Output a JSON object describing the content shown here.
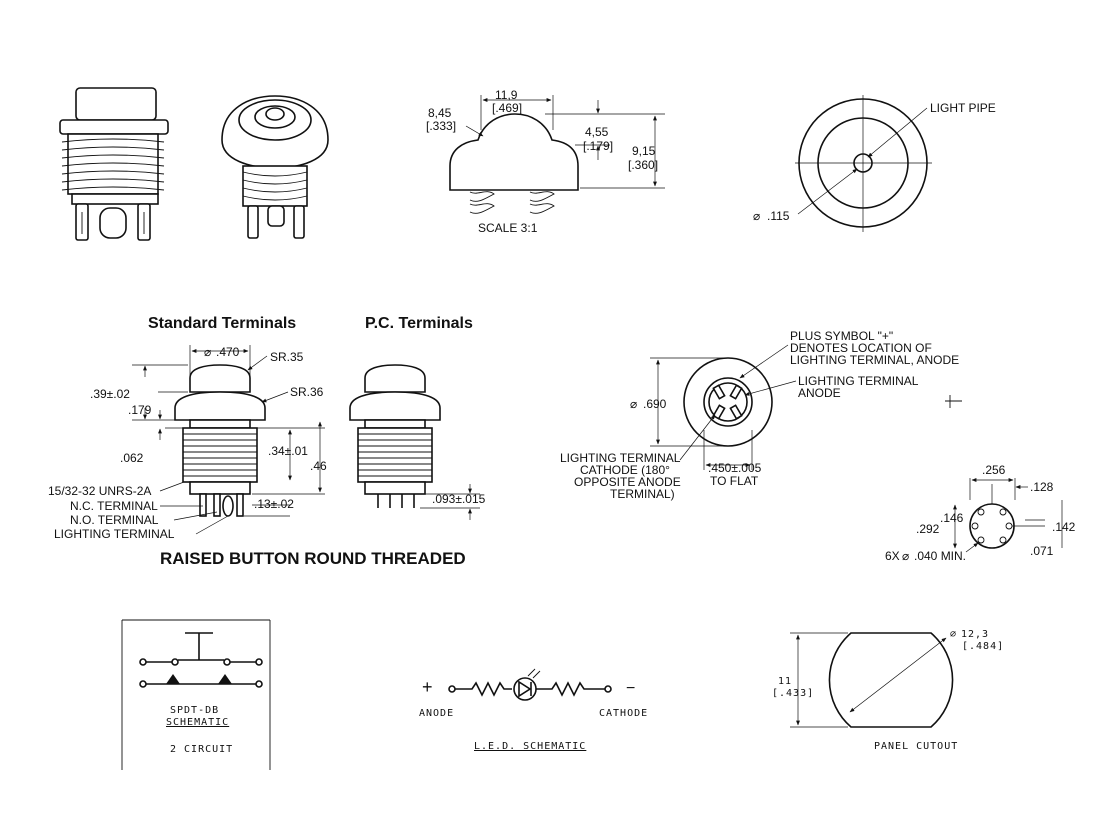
{
  "colors": {
    "line": "#111111",
    "background": "#ffffff"
  },
  "top_row": {
    "dim_width": "11,9",
    "dim_width_in": "[.469]",
    "dim_radius": "8,45",
    "dim_radius_in": "[.333]",
    "dim_cap": "4,55",
    "dim_cap_in": "[.179]",
    "dim_height": "9,15",
    "dim_height_in": "[.360]",
    "scale": "SCALE  3:1",
    "light_pipe": "LIGHT PIPE",
    "light_pipe_dia": ".115"
  },
  "middle": {
    "std_title": "Standard Terminals",
    "pc_title": "P.C. Terminals",
    "dia_470": ".470",
    "sr35": "SR.35",
    "sr36": "SR.36",
    "d39": ".39±.02",
    "d179": ".179",
    "d062": ".062",
    "d34": ".34±.01",
    "d46": ".46",
    "d13": ".13±.02",
    "d093": ".093±.015",
    "thread": "15/32-32 UNRS-2A",
    "nc": "N.C. TERMINAL",
    "no": "N.O. TERMINAL",
    "lighting": "LIGHTING TERMINAL",
    "main_title": "RAISED BUTTON ROUND THREADED"
  },
  "bottom_view": {
    "plus_note_1": "PLUS SYMBOL \"+\"",
    "plus_note_2": "DENOTES LOCATION OF",
    "plus_note_3": "LIGHTING TERMINAL, ANODE",
    "anode_1": "LIGHTING TERMINAL",
    "anode_2": "ANODE",
    "cathode_1": "LIGHTING TERMINAL",
    "cathode_2": "CATHODE (180°",
    "cathode_3": "OPPOSITE ANODE",
    "cathode_4": "TERMINAL)",
    "dia_690": ".690",
    "flat_1": ".450±.005",
    "flat_2": "TO FLAT"
  },
  "pcb": {
    "d256": ".256",
    "d128": ".128",
    "d146": ".146",
    "d292": ".292",
    "d142": ".142",
    "d071": ".071",
    "holes": "6X",
    "holes_dia": ".040 MIN."
  },
  "schematics": {
    "spdt_1": "SPDT-DB",
    "spdt_2": "SCHEMATIC",
    "circuit": "2 CIRCUIT",
    "plus": "+",
    "minus": "−",
    "anode": "ANODE",
    "cathode": "CATHODE",
    "led_title": "L.E.D. SCHEMATIC"
  },
  "cutout": {
    "dia": "12,3",
    "dia_in": "[.484]",
    "flat": "11",
    "flat_in": "[.433]",
    "title": "PANEL CUTOUT"
  }
}
